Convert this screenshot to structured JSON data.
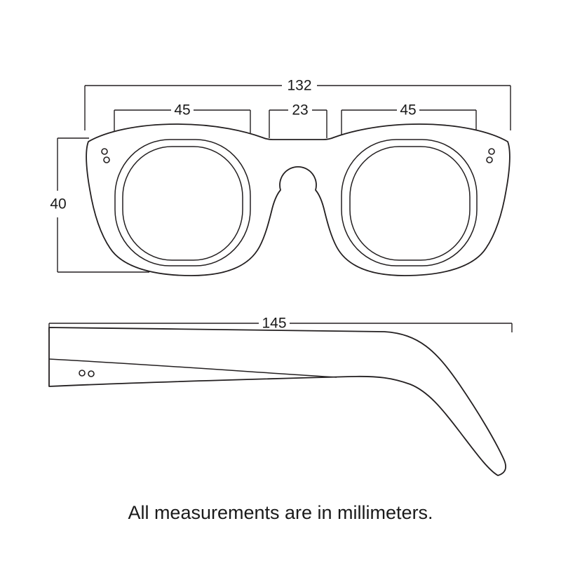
{
  "front_view": {
    "total_width_mm": "132",
    "left_lens_width_mm": "45",
    "bridge_width_mm": "23",
    "right_lens_width_mm": "45",
    "lens_height_mm": "40"
  },
  "side_view": {
    "temple_length_mm": "145"
  },
  "caption": {
    "text": "All measurements are in millimeters."
  },
  "colors": {
    "line": "#231f20",
    "background": "#ffffff"
  }
}
